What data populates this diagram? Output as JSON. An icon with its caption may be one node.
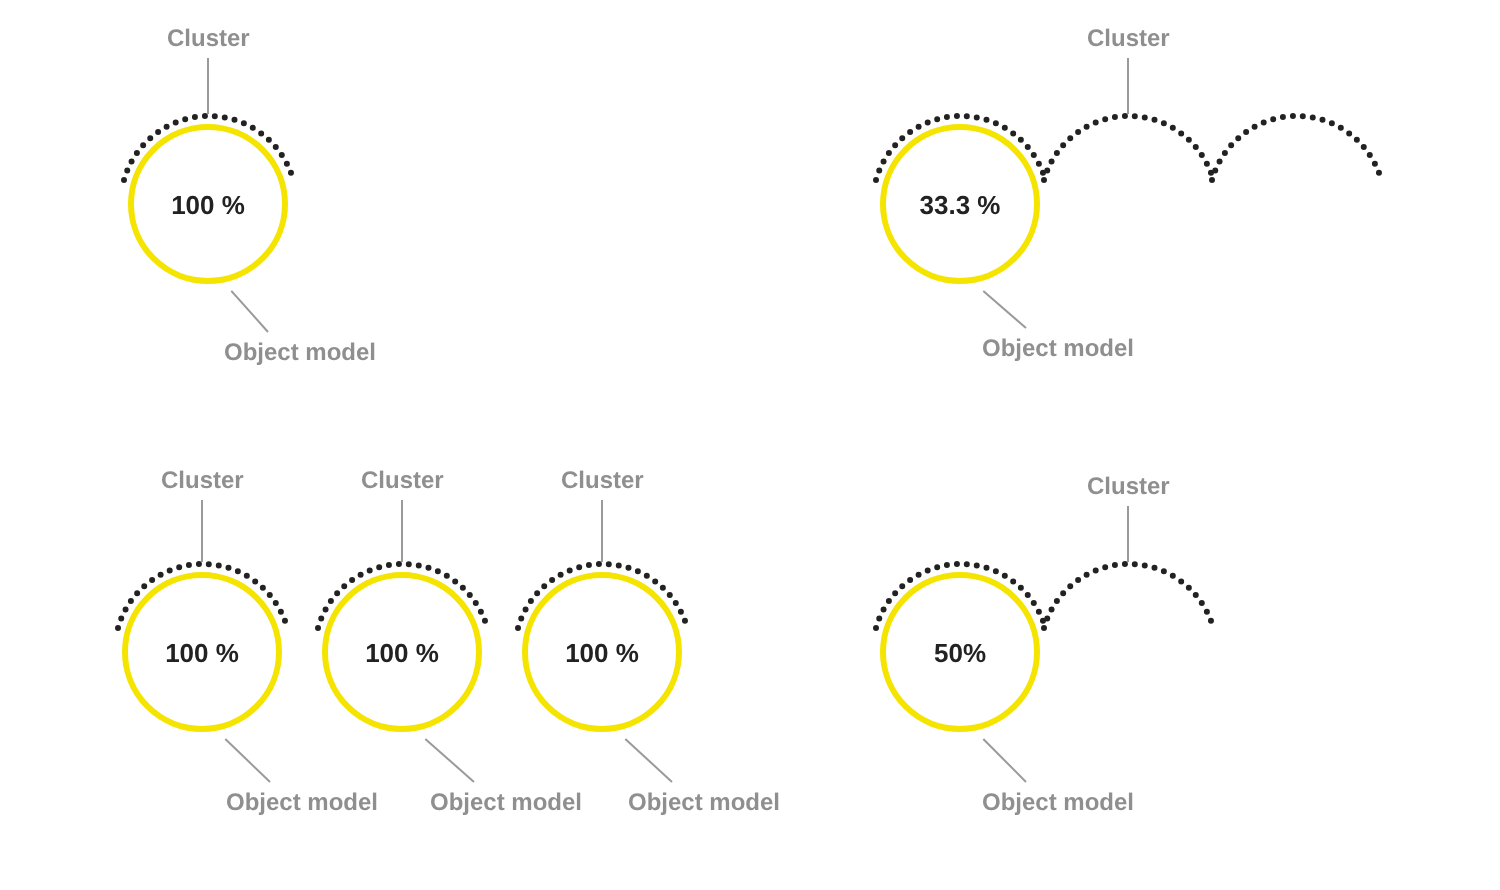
{
  "diagram": {
    "nodes": [
      {
        "text": [
          "Cluster"
        ]
      },
      {
        "text": [],
        "shape": "arc"
      },
      {
        "text": [
          "100 %"
        ]
      },
      {
        "text": [
          "Object model"
        ]
      },
      {
        "text": [
          "Cluster"
        ]
      },
      {
        "text": [],
        "shape": "arc"
      },
      {
        "text": [],
        "shape": "arc"
      },
      {
        "text": [],
        "shape": "arc"
      },
      {
        "text": [
          "33.3 %"
        ]
      },
      {
        "text": [
          "Object model"
        ]
      },
      {
        "text": [
          "Cluster"
        ]
      },
      {
        "text": [
          "Cluster"
        ]
      },
      {
        "text": [
          "Cluster"
        ]
      },
      {
        "text": [],
        "shape": "arc"
      },
      {
        "text": [],
        "shape": "arc"
      },
      {
        "text": [],
        "shape": "arc"
      },
      {
        "text": [
          "100 %"
        ]
      },
      {
        "text": [
          "100 %"
        ]
      },
      {
        "text": [
          "100 %"
        ]
      },
      {
        "text": [
          "Object model"
        ]
      },
      {
        "text": [
          "Object model"
        ]
      },
      {
        "text": [
          "Object model"
        ]
      },
      {
        "text": [
          "Cluster"
        ]
      },
      {
        "text": [],
        "shape": "arc"
      },
      {
        "text": [],
        "shape": "arc"
      },
      {
        "text": [
          "50%"
        ]
      },
      {
        "text": [
          "Object model"
        ]
      }
    ],
    "edges": [
      {
        "from": 0,
        "to": 1,
        "arrow": "none"
      },
      {
        "from": 3,
        "to": 2,
        "arrow": "none"
      },
      {
        "from": 4,
        "to": 6,
        "arrow": "none"
      },
      {
        "from": 9,
        "to": 8,
        "arrow": "none"
      },
      {
        "from": 10,
        "to": 13,
        "arrow": "none"
      },
      {
        "from": 11,
        "to": 14,
        "arrow": "none"
      },
      {
        "from": 12,
        "to": 15,
        "arrow": "none"
      },
      {
        "from": 19,
        "to": 16,
        "arrow": "none"
      },
      {
        "from": 20,
        "to": 17,
        "arrow": "none"
      },
      {
        "from": 21,
        "to": 18,
        "arrow": "none"
      },
      {
        "from": 22,
        "to": 24,
        "arrow": "none"
      },
      {
        "from": 26,
        "to": 25,
        "arrow": "none"
      }
    ]
  }
}
